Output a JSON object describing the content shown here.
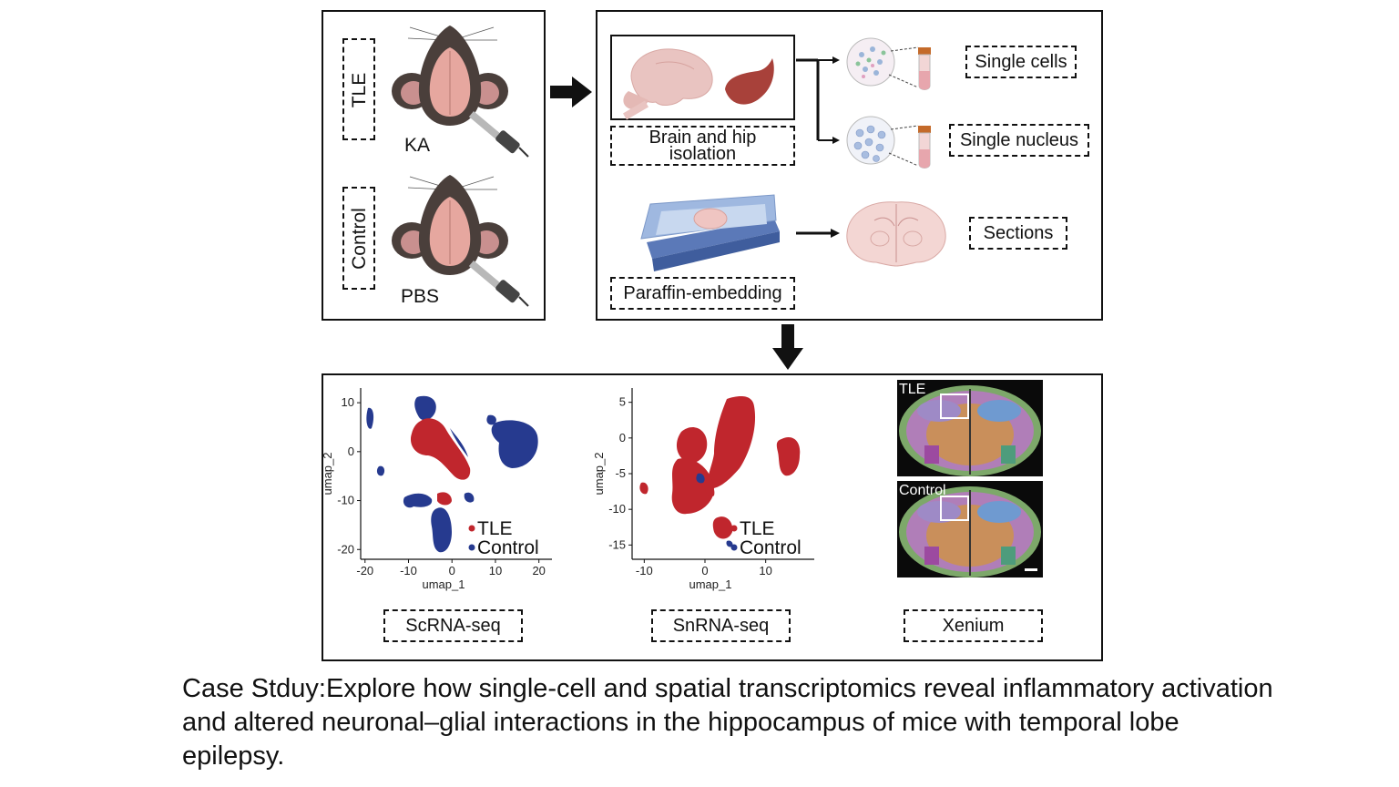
{
  "panels": {
    "model": {
      "tle_label": "TLE",
      "tle_treatment": "KA",
      "control_label": "Control",
      "control_treatment": "PBS"
    },
    "prep": {
      "isolation_label": "Brain and hip isolation",
      "single_cells_label": "Single cells",
      "single_nucleus_label": "Single nucleus",
      "embedding_label": "Paraffin-embedding",
      "sections_label": "Sections"
    },
    "results": {
      "scrna_label": "ScRNA-seq",
      "snrna_label": "SnRNA-seq",
      "xenium_label": "Xenium",
      "xenium_tle_tag": "TLE",
      "xenium_control_tag": "Control"
    }
  },
  "caption": "Case Stduy:Explore how single-cell and spatial transcriptomics reveal inflammatory activation and altered neuronal–glial interactions in the hippocampus of mice with temporal lobe epilepsy.",
  "colors": {
    "tle": "#c0262d",
    "control": "#263a8f",
    "mouse": "#4a3f3b",
    "tissue": "#e8b4b0"
  },
  "chart_data": [
    {
      "type": "scatter",
      "xlabel": "umap_1",
      "ylabel": "umap_2",
      "xticks": [
        -20,
        -10,
        0,
        10,
        20
      ],
      "yticks": [
        -20,
        -10,
        0,
        10
      ],
      "xlim": [
        -21,
        23
      ],
      "ylim": [
        -22,
        13
      ],
      "legend": "bottom-right",
      "series": [
        {
          "name": "TLE",
          "color": "#c0262d"
        },
        {
          "name": "Control",
          "color": "#263a8f"
        }
      ]
    },
    {
      "type": "scatter",
      "xlabel": "umap_1",
      "ylabel": "umap_2",
      "xticks": [
        -10,
        0,
        10
      ],
      "yticks": [
        -15,
        -10,
        -5,
        0,
        5
      ],
      "xlim": [
        -12,
        18
      ],
      "ylim": [
        -17,
        7
      ],
      "legend": "bottom-right",
      "series": [
        {
          "name": "TLE",
          "color": "#c0262d"
        },
        {
          "name": "Control",
          "color": "#263a8f"
        }
      ]
    }
  ]
}
